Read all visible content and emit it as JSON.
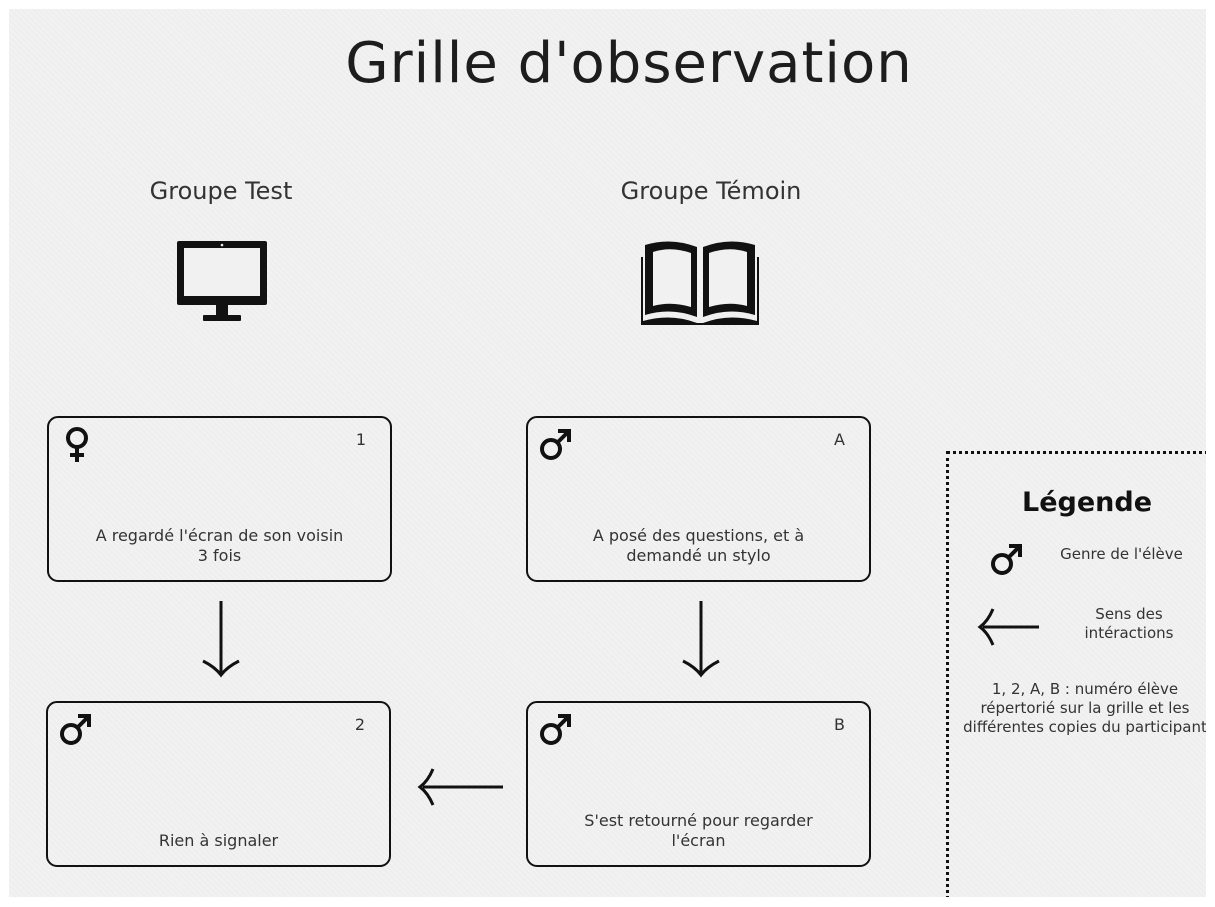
{
  "title": "Grille d'observation",
  "groups": {
    "test": {
      "title": "Groupe Test",
      "icon": "computer-monitor-icon"
    },
    "temoin": {
      "title": "Groupe Témoin",
      "icon": "open-book-icon"
    }
  },
  "cards": {
    "student_1": {
      "id": "1",
      "gender_icon": "female-icon",
      "text": "A regardé l'écran de son voisin 3 fois"
    },
    "student_2": {
      "id": "2",
      "gender_icon": "male-icon",
      "text": "Rien à signaler"
    },
    "student_a": {
      "id": "A",
      "gender_icon": "male-icon",
      "text": "A posé des questions, et à demandé un stylo"
    },
    "student_b": {
      "id": "B",
      "gender_icon": "male-icon",
      "text": "S'est retourné pour regarder l'écran"
    }
  },
  "interactions": [
    {
      "from": "1",
      "to": "2"
    },
    {
      "from": "A",
      "to": "B"
    },
    {
      "from": "B",
      "to": "2"
    }
  ],
  "legend": {
    "title": "Légende",
    "gender_label": "Genre de l'élève",
    "arrow_label": "Sens des intéractions",
    "note": "1, 2, A, B : numéro élève répertorié sur la grille et les différentes copies du participant"
  },
  "colors": {
    "background": "#f1f1f1",
    "ink": "#111111",
    "text": "#333333"
  }
}
